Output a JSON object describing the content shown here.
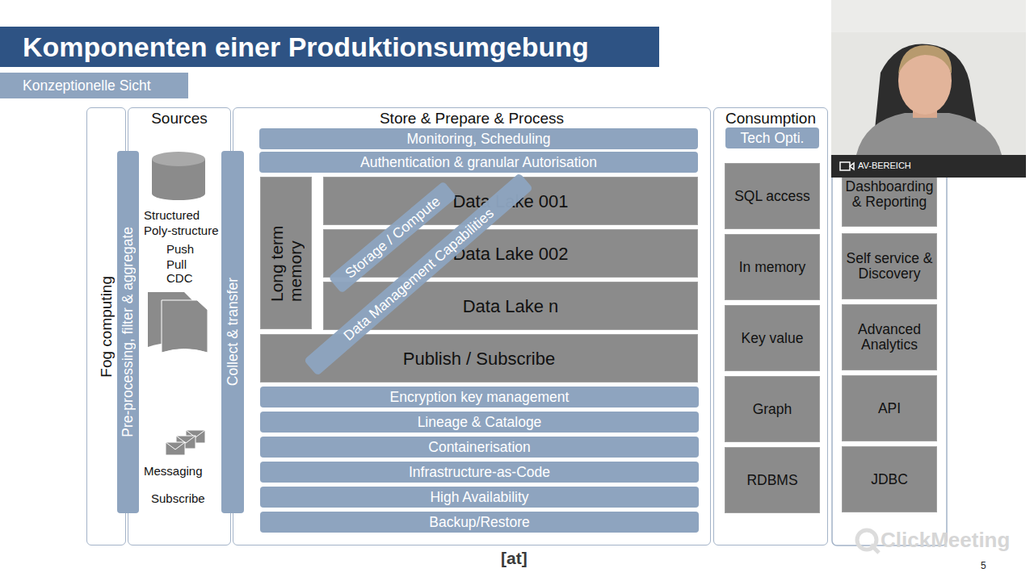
{
  "diagram": {
    "title": "Komponenten einer Produktionsumgebung",
    "nodes": [
      {
        "text": [
          "Konzeptionelle Sicht"
        ]
      },
      {
        "text": [
          "Fog computing"
        ]
      },
      {
        "text": [
          "Sources",
          "Structured",
          "Poly-structure",
          "Push",
          "Pull",
          "CDC",
          "Messaging",
          "Subscribe"
        ]
      },
      {
        "text": [
          "Pre-processing, filter & aggregate"
        ]
      },
      {
        "text": [
          "Collect & transfer"
        ]
      },
      {
        "text": [
          "Store & Prepare & Process"
        ]
      },
      {
        "text": [
          "Monitoring, Scheduling"
        ],
        "in": 5
      },
      {
        "text": [
          "Authentication & granular Autorisation"
        ],
        "in": 5
      },
      {
        "text": [
          "Long term memory"
        ],
        "in": 5
      },
      {
        "text": [
          "Data Lake 001"
        ],
        "in": 5
      },
      {
        "text": [
          "Data Lake 002"
        ],
        "in": 5
      },
      {
        "text": [
          "Data Lake n"
        ],
        "in": 5
      },
      {
        "text": [
          "Publish / Subscribe"
        ],
        "in": 5
      },
      {
        "text": [
          "Storage / Compute"
        ],
        "in": 5
      },
      {
        "text": [
          "Data Management Capabilities"
        ],
        "in": 5
      },
      {
        "text": [
          "Encryption key management"
        ],
        "in": 5
      },
      {
        "text": [
          "Lineage & Cataloge"
        ],
        "in": 5
      },
      {
        "text": [
          "Containerisation"
        ],
        "in": 5
      },
      {
        "text": [
          "Infrastructure-as-Code"
        ],
        "in": 5
      },
      {
        "text": [
          "High Availability"
        ],
        "in": 5
      },
      {
        "text": [
          "Backup/Restore"
        ],
        "in": 5
      },
      {
        "text": [
          "Consumption"
        ]
      },
      {
        "text": [
          "Tech Opti."
        ],
        "in": 21
      },
      {
        "text": [
          "SQL access"
        ],
        "in": 21
      },
      {
        "text": [
          "In memory"
        ],
        "in": 21
      },
      {
        "text": [
          "Key value"
        ],
        "in": 21
      },
      {
        "text": [
          "Graph"
        ],
        "in": 21
      },
      {
        "text": [
          "RDBMS"
        ],
        "in": 21
      },
      {
        "text": [
          "Dashboarding & Reporting"
        ]
      },
      {
        "text": [
          "Self service & Discovery"
        ]
      },
      {
        "text": [
          "Advanced Analytics"
        ]
      },
      {
        "text": [
          "API"
        ]
      },
      {
        "text": [
          "JDBC"
        ]
      }
    ],
    "labels": [
      "AV-BEREICH",
      "[at]",
      "ClickMeeting",
      "5"
    ]
  }
}
